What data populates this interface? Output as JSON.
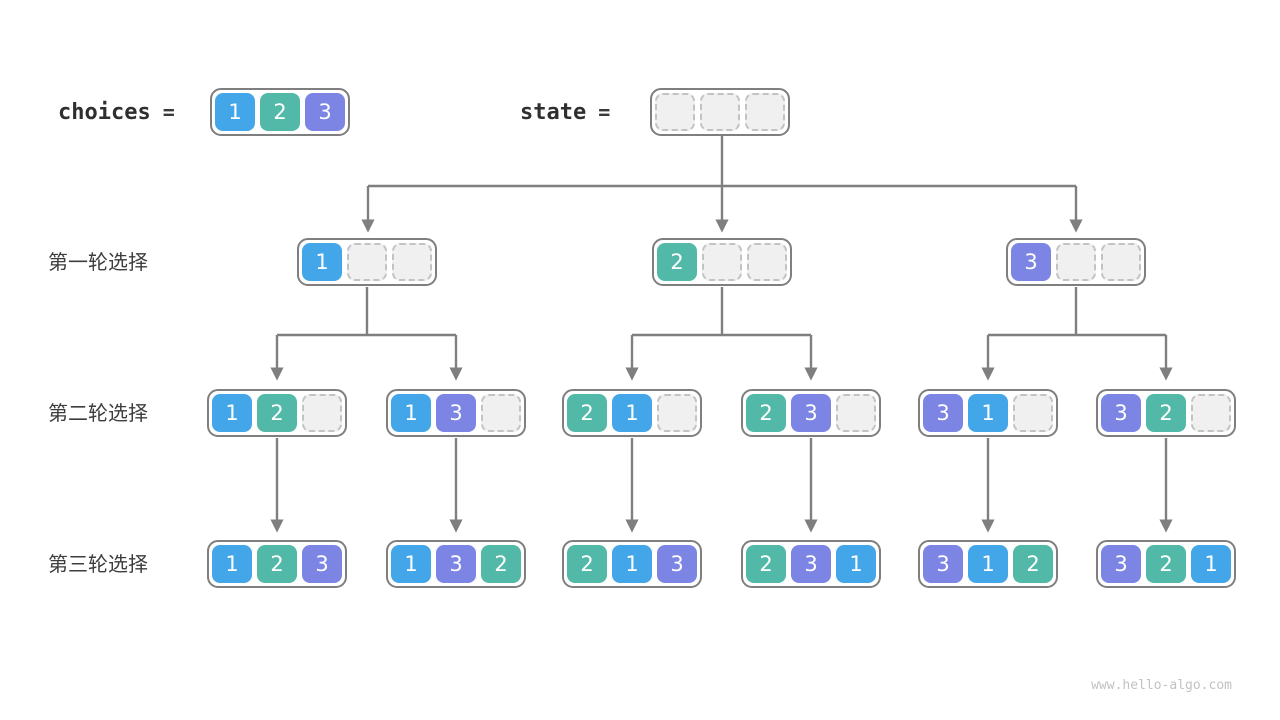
{
  "colors": {
    "1": "#43a6e8",
    "2": "#52b9a8",
    "3": "#7d85e4"
  },
  "header": {
    "choices_label": "choices",
    "state_label": "state",
    "equals": "=",
    "choices_cells": [
      "1",
      "2",
      "3"
    ],
    "state_cells": [
      "",
      "",
      ""
    ]
  },
  "rows": [
    {
      "label": "第一轮选择",
      "boxes": [
        [
          "1",
          "",
          ""
        ],
        [
          "2",
          "",
          ""
        ],
        [
          "3",
          "",
          ""
        ]
      ]
    },
    {
      "label": "第二轮选择",
      "boxes": [
        [
          "1",
          "2",
          ""
        ],
        [
          "1",
          "3",
          ""
        ],
        [
          "2",
          "1",
          ""
        ],
        [
          "2",
          "3",
          ""
        ],
        [
          "3",
          "1",
          ""
        ],
        [
          "3",
          "2",
          ""
        ]
      ]
    },
    {
      "label": "第三轮选择",
      "boxes": [
        [
          "1",
          "2",
          "3"
        ],
        [
          "1",
          "3",
          "2"
        ],
        [
          "2",
          "1",
          "3"
        ],
        [
          "2",
          "3",
          "1"
        ],
        [
          "3",
          "1",
          "2"
        ],
        [
          "3",
          "2",
          "1"
        ]
      ]
    }
  ],
  "footer": {
    "watermark": "www.hello-algo.com"
  }
}
